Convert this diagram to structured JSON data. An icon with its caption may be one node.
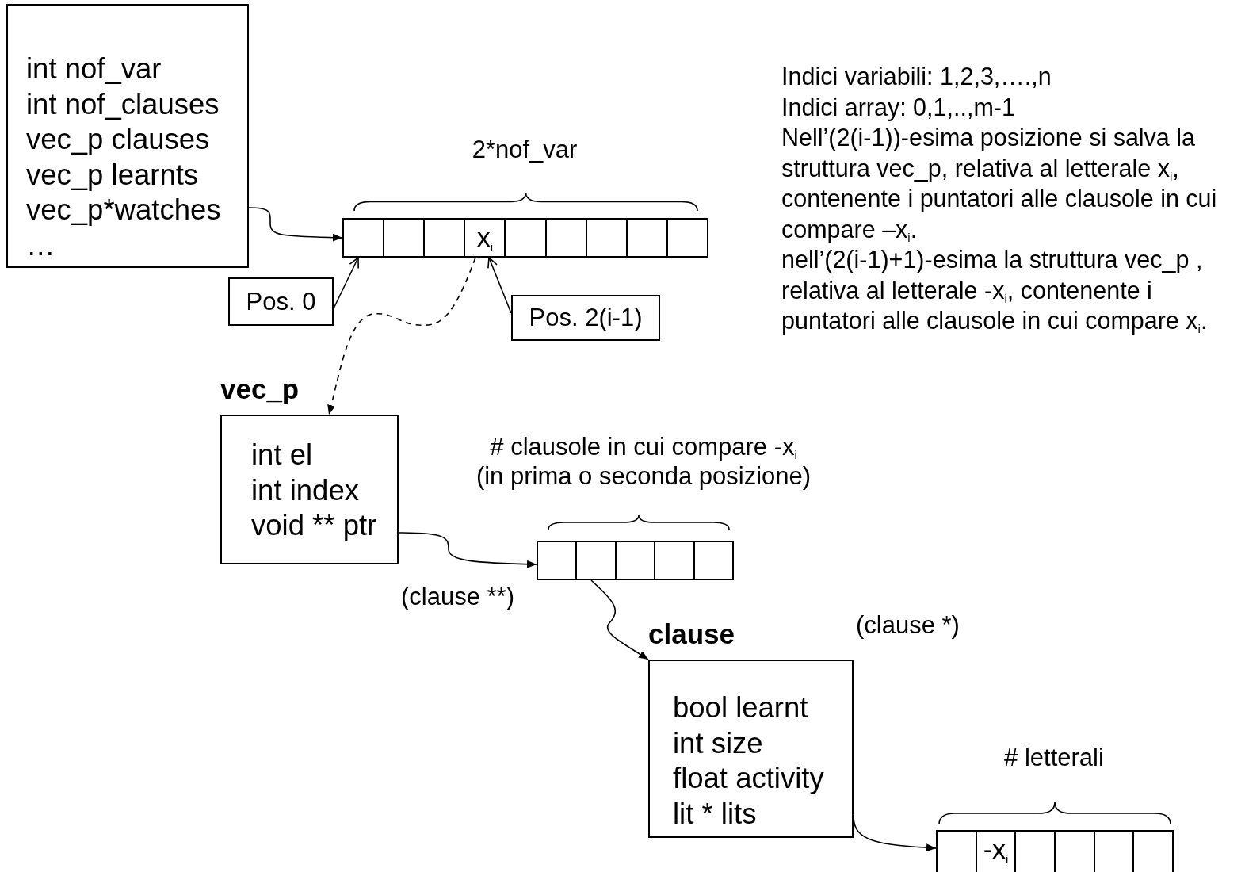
{
  "diagram": {
    "nodes": [
      {
        "text": [
          "int nof_var",
          "int nof_clauses",
          "vec_p clauses",
          "vec_p learnts",
          "vec_p*watches",
          "…"
        ]
      },
      {
        "text": [],
        "shape": "box",
        "beside": [
          "2*nof_var"
        ]
      },
      {
        "text": [],
        "shape": "box",
        "in": 1
      },
      {
        "text": [],
        "shape": "box",
        "in": 1
      },
      {
        "text": [],
        "shape": "box",
        "in": 1
      },
      {
        "text": [
          "x$_{i}$"
        ],
        "in": 1
      },
      {
        "text": [],
        "shape": "box",
        "in": 1
      },
      {
        "text": [],
        "shape": "box",
        "in": 1
      },
      {
        "text": [],
        "shape": "box",
        "in": 1
      },
      {
        "text": [],
        "shape": "box",
        "in": 1
      },
      {
        "text": [],
        "shape": "box",
        "in": 1
      },
      {
        "text": [
          "Pos. 0"
        ]
      },
      {
        "text": [
          "Pos. 2(i-1)"
        ]
      },
      {
        "text": [
          "vec_p",
          "int el",
          "int index",
          "void ** ptr"
        ]
      },
      {
        "text": [],
        "shape": "box",
        "beside": [
          "# clausole in cui compare -x$_{i}$",
          "(in prima o seconda posizione)"
        ]
      },
      {
        "text": [],
        "shape": "box",
        "in": 14
      },
      {
        "text": [],
        "shape": "box",
        "in": 14
      },
      {
        "text": [],
        "shape": "box",
        "in": 14
      },
      {
        "text": [],
        "shape": "box",
        "in": 14
      },
      {
        "text": [],
        "shape": "box",
        "in": 14
      },
      {
        "text": [
          "clause",
          "bool learnt",
          "int size",
          "float activity",
          "lit * lits"
        ]
      },
      {
        "text": [],
        "shape": "box",
        "beside": [
          "# letterali"
        ]
      },
      {
        "text": [],
        "shape": "box",
        "in": 21
      },
      {
        "text": [
          "-x$_{i}$"
        ],
        "in": 21
      },
      {
        "text": [],
        "shape": "box",
        "in": 21
      },
      {
        "text": [],
        "shape": "box",
        "in": 21
      },
      {
        "text": [],
        "shape": "box",
        "in": 21
      },
      {
        "text": [],
        "shape": "box",
        "in": 21
      }
    ],
    "edges": [
      {
        "from": 0,
        "to": 1,
        "arrow": "to"
      },
      {
        "from": 11,
        "to": 2,
        "arrow": "to"
      },
      {
        "from": 12,
        "to": 5,
        "arrow": "to"
      },
      {
        "from": 5,
        "to": 13,
        "arrow": "to",
        "style": "dashed"
      },
      {
        "from": 13,
        "to": 14,
        "arrow": "to"
      },
      {
        "from": 16,
        "to": 20,
        "arrow": "to"
      },
      {
        "from": 20,
        "to": 21,
        "arrow": "to"
      }
    ],
    "labels": [
      "Indici variabili: 1,2,3,….,n",
      "Indici array: 0,1,..,m-1",
      "Nell’(2(i-1))-esima posizione si salva la struttura vec_p, relativa al letterale x$_{i}$, contenente i puntatori alle clausole in cui compare –x$_{i}$.",
      "nell’(2(i-1)+1)-esima la struttura vec_p , relativa al letterale -x$_{i}$, contenente i puntatori alle clausole in cui compare x$_{i}$.",
      "(clause **)",
      "(clause *)"
    ]
  }
}
